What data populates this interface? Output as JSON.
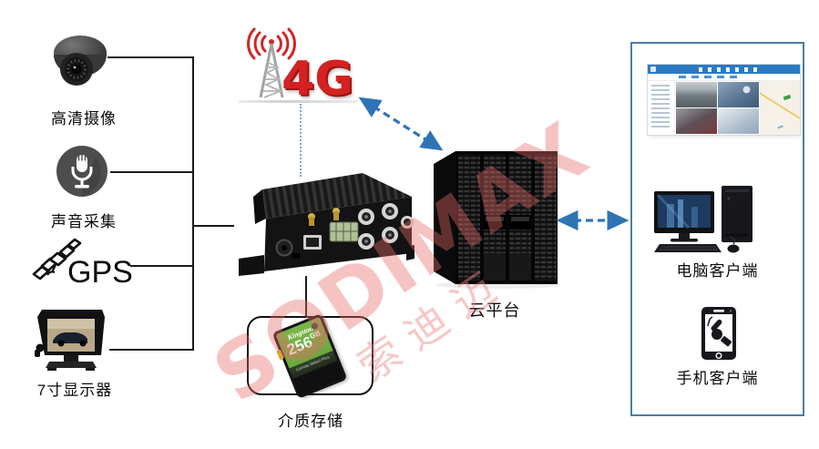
{
  "watermark": {
    "brand_latin": "SODIMAX",
    "brand_cn": "索迪迈"
  },
  "network": {
    "label": "4G"
  },
  "nodes": {
    "camera": {
      "label": "高清摄像"
    },
    "audio": {
      "label": "声音采集"
    },
    "gps": {
      "label": "GPS"
    },
    "display": {
      "label": "7寸显示器"
    },
    "storage": {
      "label": "介质存储"
    },
    "cloud": {
      "label": "云平台"
    },
    "pc": {
      "label": "电脑客户端"
    },
    "mobile": {
      "label": "手机客户端"
    }
  },
  "sd_card": {
    "brand": "Kingston",
    "capacity": "256",
    "unit": "GB",
    "series": "Canvas Select Plus"
  },
  "colors": {
    "arrow_blue": "#2e74b5",
    "brand_red": "#d42222",
    "panel_border": "#4a7ca8",
    "line_black": "#1a1a1a",
    "wave_red": "#d22626"
  }
}
